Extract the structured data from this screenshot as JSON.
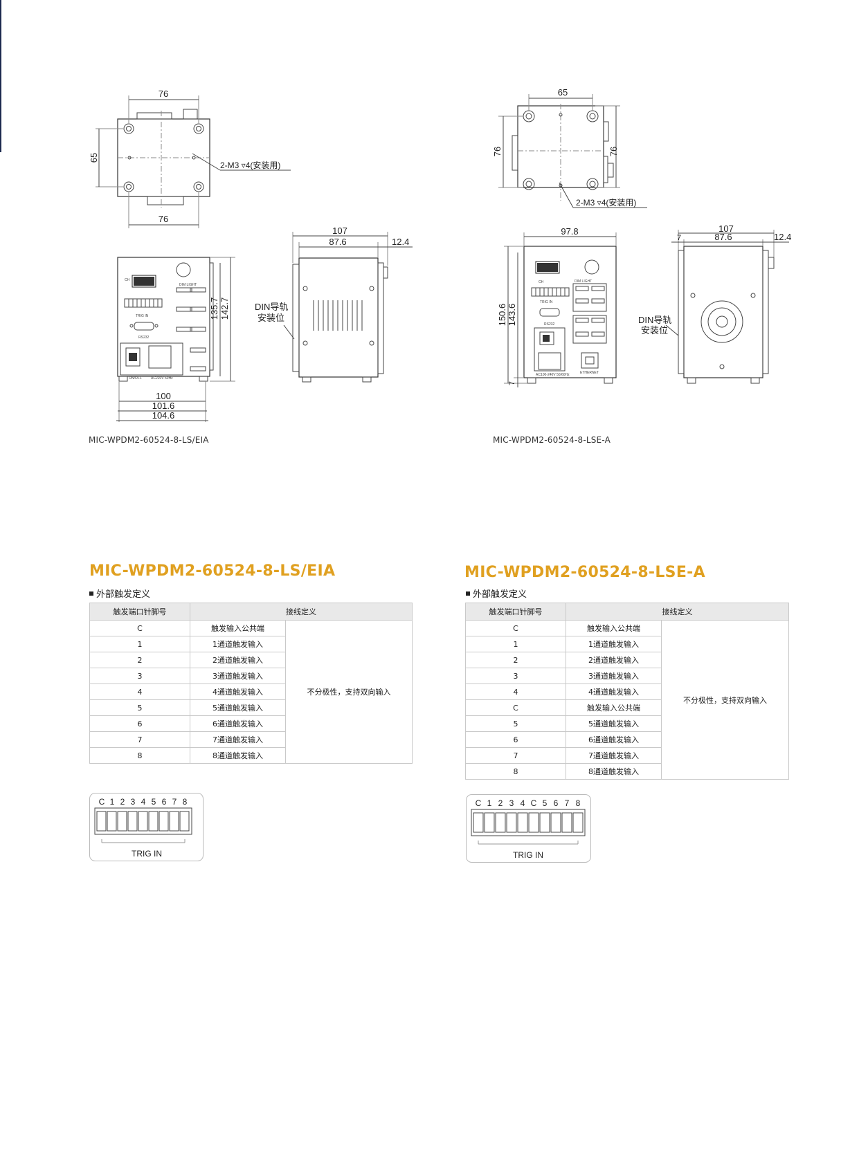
{
  "left": {
    "drawing": {
      "top_w": "76",
      "top_h": "65",
      "top_w2": "76",
      "hole_note": "2-M3",
      "hole_depth": "4(安装用)",
      "side_total": "107",
      "side_body": "87.6",
      "side_knob": "12.4",
      "front_h1": "135.7",
      "front_h2": "142.7",
      "front_w1": "100",
      "front_w2": "101.6",
      "front_w3": "104.6",
      "din_line1": "DIN导轨",
      "din_line2": "安装位"
    },
    "caption": "MIC-WPDM2-60524-8-LS/EIA",
    "title": "MIC-WPDM2-60524-8-LS/EIA",
    "subtitle": "外部触发定义",
    "table": {
      "col1": "触发端口针脚号",
      "col2": "接线定义",
      "rows": [
        {
          "pin": "C",
          "def": "触发输入公共端"
        },
        {
          "pin": "1",
          "def": "1通道触发输入"
        },
        {
          "pin": "2",
          "def": "2通道触发输入"
        },
        {
          "pin": "3",
          "def": "3通道触发输入"
        },
        {
          "pin": "4",
          "def": "4通道触发输入"
        },
        {
          "pin": "5",
          "def": "5通道触发输入"
        },
        {
          "pin": "6",
          "def": "6通道触发输入"
        },
        {
          "pin": "7",
          "def": "7通道触发输入"
        },
        {
          "pin": "8",
          "def": "8通道触发输入"
        }
      ],
      "note": "不分极性，支持双向输入"
    },
    "connector": {
      "pins": [
        "C",
        "1",
        "2",
        "3",
        "4",
        "5",
        "6",
        "7",
        "8"
      ],
      "label": "TRIG IN"
    }
  },
  "right": {
    "drawing": {
      "top_w": "65",
      "top_h": "76",
      "top_h2": "76",
      "hole_note": "2-M3",
      "hole_depth": "4(安装用)",
      "side_total": "107",
      "side_body": "87.6",
      "side_knob": "12.4",
      "side_foot": "7",
      "front_w": "97.8",
      "front_h1": "150.6",
      "front_h2": "143.6",
      "front_foot": "7",
      "din_line1": "DIN导轨",
      "din_line2": "安装位"
    },
    "caption": "MIC-WPDM2-60524-8-LSE-A",
    "title": "MIC-WPDM2-60524-8-LSE-A",
    "subtitle": "外部触发定义",
    "table": {
      "col1": "触发端口针脚号",
      "col2": "接线定义",
      "rows": [
        {
          "pin": "C",
          "def": "触发输入公共端"
        },
        {
          "pin": "1",
          "def": "1通道触发输入"
        },
        {
          "pin": "2",
          "def": "2通道触发输入"
        },
        {
          "pin": "3",
          "def": "3通道触发输入"
        },
        {
          "pin": "4",
          "def": "4通道触发输入"
        },
        {
          "pin": "C",
          "def": "触发输入公共端"
        },
        {
          "pin": "5",
          "def": "5通道触发输入"
        },
        {
          "pin": "6",
          "def": "6通道触发输入"
        },
        {
          "pin": "7",
          "def": "7通道触发输入"
        },
        {
          "pin": "8",
          "def": "8通道触发输入"
        }
      ],
      "note": "不分极性，支持双向输入"
    },
    "connector": {
      "pins": [
        "C",
        "1",
        "2",
        "3",
        "4",
        "C",
        "5",
        "6",
        "7",
        "8"
      ],
      "label": "TRIG IN"
    }
  }
}
